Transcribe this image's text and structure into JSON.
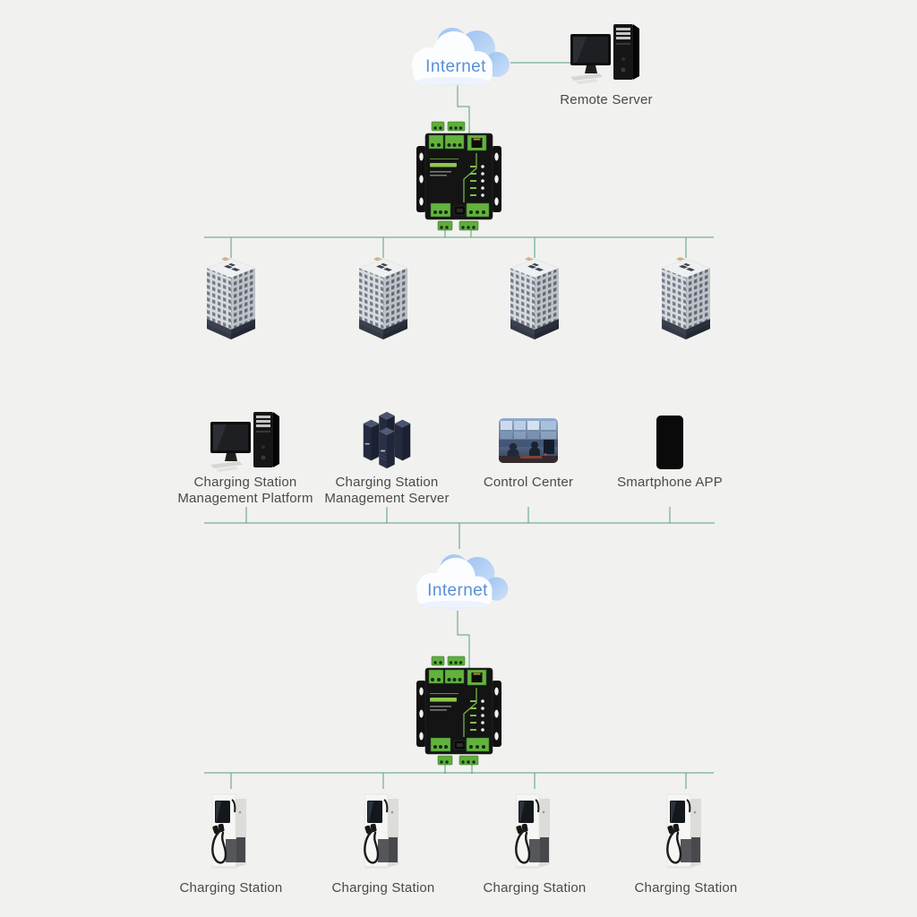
{
  "colors": {
    "background": "#f1f1ef",
    "connector_line": "#55a07a",
    "label_text": "#4a4a4a",
    "internet_text": "#5b8ed6",
    "device_accent_green": "#6ab33e",
    "cloud_back": "#9ac2f0",
    "cloud_front": "#fbfdff"
  },
  "top_section": {
    "internet_label": "Internet",
    "remote_server_label": "Remote Server",
    "buildings_count": 4
  },
  "management_section": {
    "items": [
      {
        "icon": "desktop-computer-icon",
        "label": [
          "Charging Station",
          "Management Platform"
        ]
      },
      {
        "icon": "server-rack-icon",
        "label": [
          "Charging Station",
          "Management Server"
        ]
      },
      {
        "icon": "control-room-icon",
        "label": [
          "Control Center"
        ]
      },
      {
        "icon": "smartphone-icon",
        "label": [
          "Smartphone APP"
        ]
      }
    ],
    "internet_label": "Internet"
  },
  "bottom_section": {
    "stations": [
      {
        "icon": "ev-charger-icon",
        "label": "Charging Station"
      },
      {
        "icon": "ev-charger-icon",
        "label": "Charging Station"
      },
      {
        "icon": "ev-charger-icon",
        "label": "Charging Station"
      },
      {
        "icon": "ev-charger-icon",
        "label": "Charging Station"
      }
    ]
  }
}
